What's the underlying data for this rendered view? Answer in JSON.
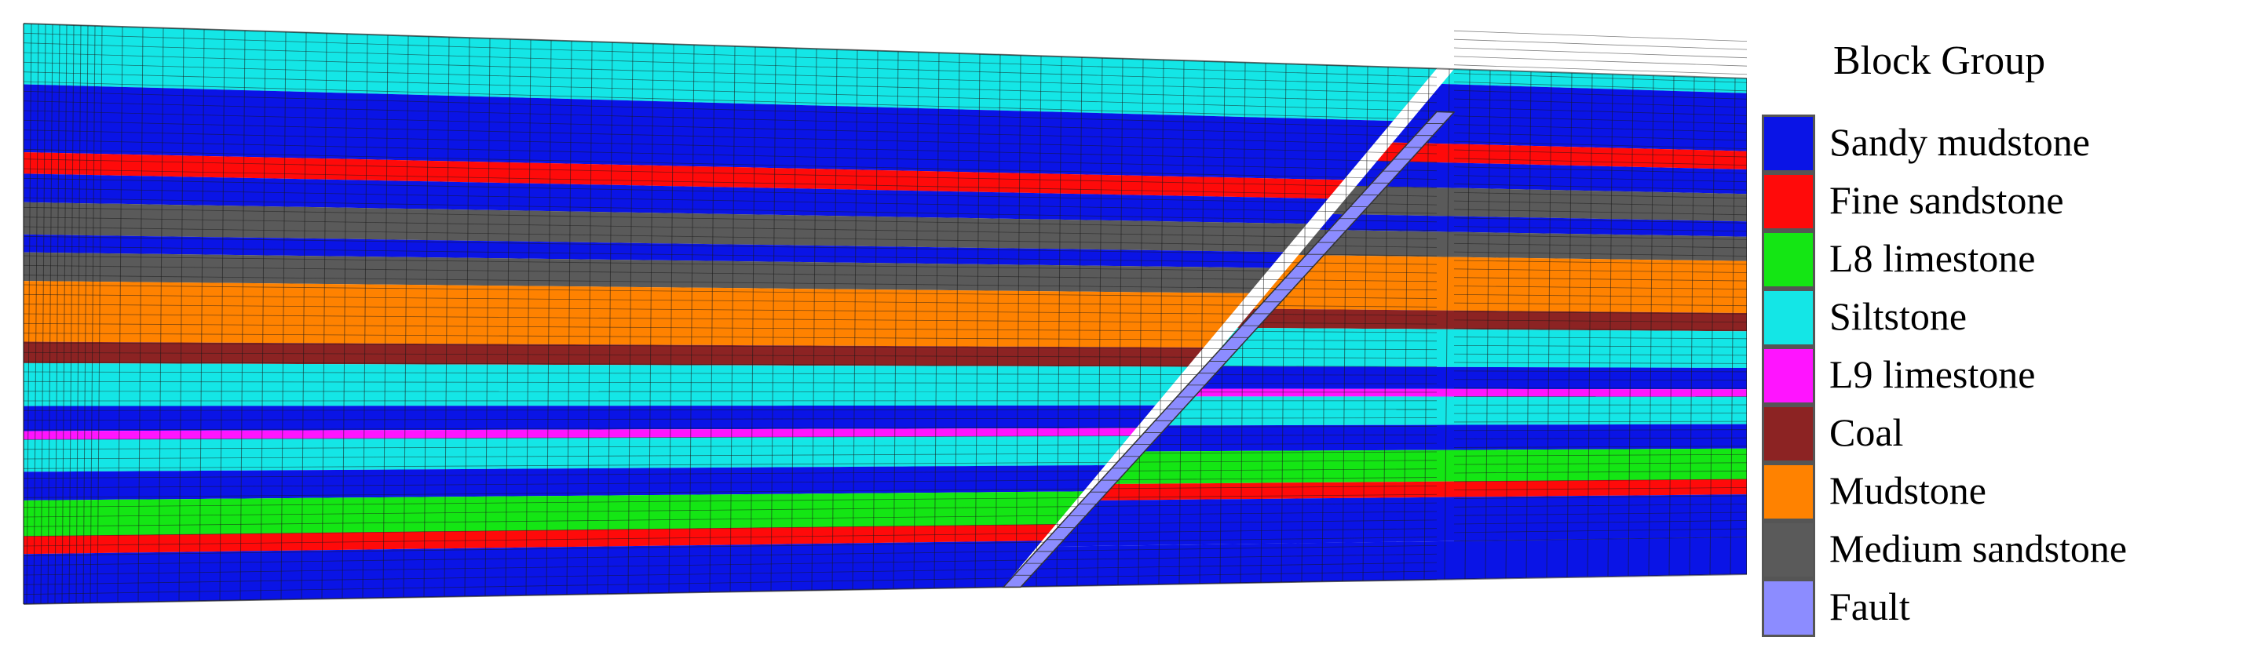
{
  "legend": {
    "title": "Block Group",
    "items": [
      {
        "label": "Sandy mudstone",
        "color": "#0a14e6"
      },
      {
        "label": "Fine sandstone",
        "color": "#ff0a0a"
      },
      {
        "label": "L8 limestone",
        "color": "#14e614"
      },
      {
        "label": "Siltstone",
        "color": "#14e6e6"
      },
      {
        "label": "L9 limestone",
        "color": "#ff14ff"
      },
      {
        "label": "Coal",
        "color": "#8c2323"
      },
      {
        "label": "Mudstone",
        "color": "#ff8200"
      },
      {
        "label": "Medium sandstone",
        "color": "#5a5a5a"
      },
      {
        "label": "Fault",
        "color": "#8c8cff"
      }
    ]
  },
  "strata_sequence": [
    "Siltstone",
    "Sandy mudstone",
    "Fine sandstone",
    "Sandy mudstone",
    "Medium sandstone",
    "Sandy mudstone",
    "Medium sandstone",
    "Mudstone",
    "Coal",
    "Siltstone",
    "Sandy mudstone",
    "L9 limestone",
    "Siltstone",
    "Sandy mudstone",
    "L8 limestone",
    "Fine sandstone",
    "Sandy mudstone"
  ]
}
